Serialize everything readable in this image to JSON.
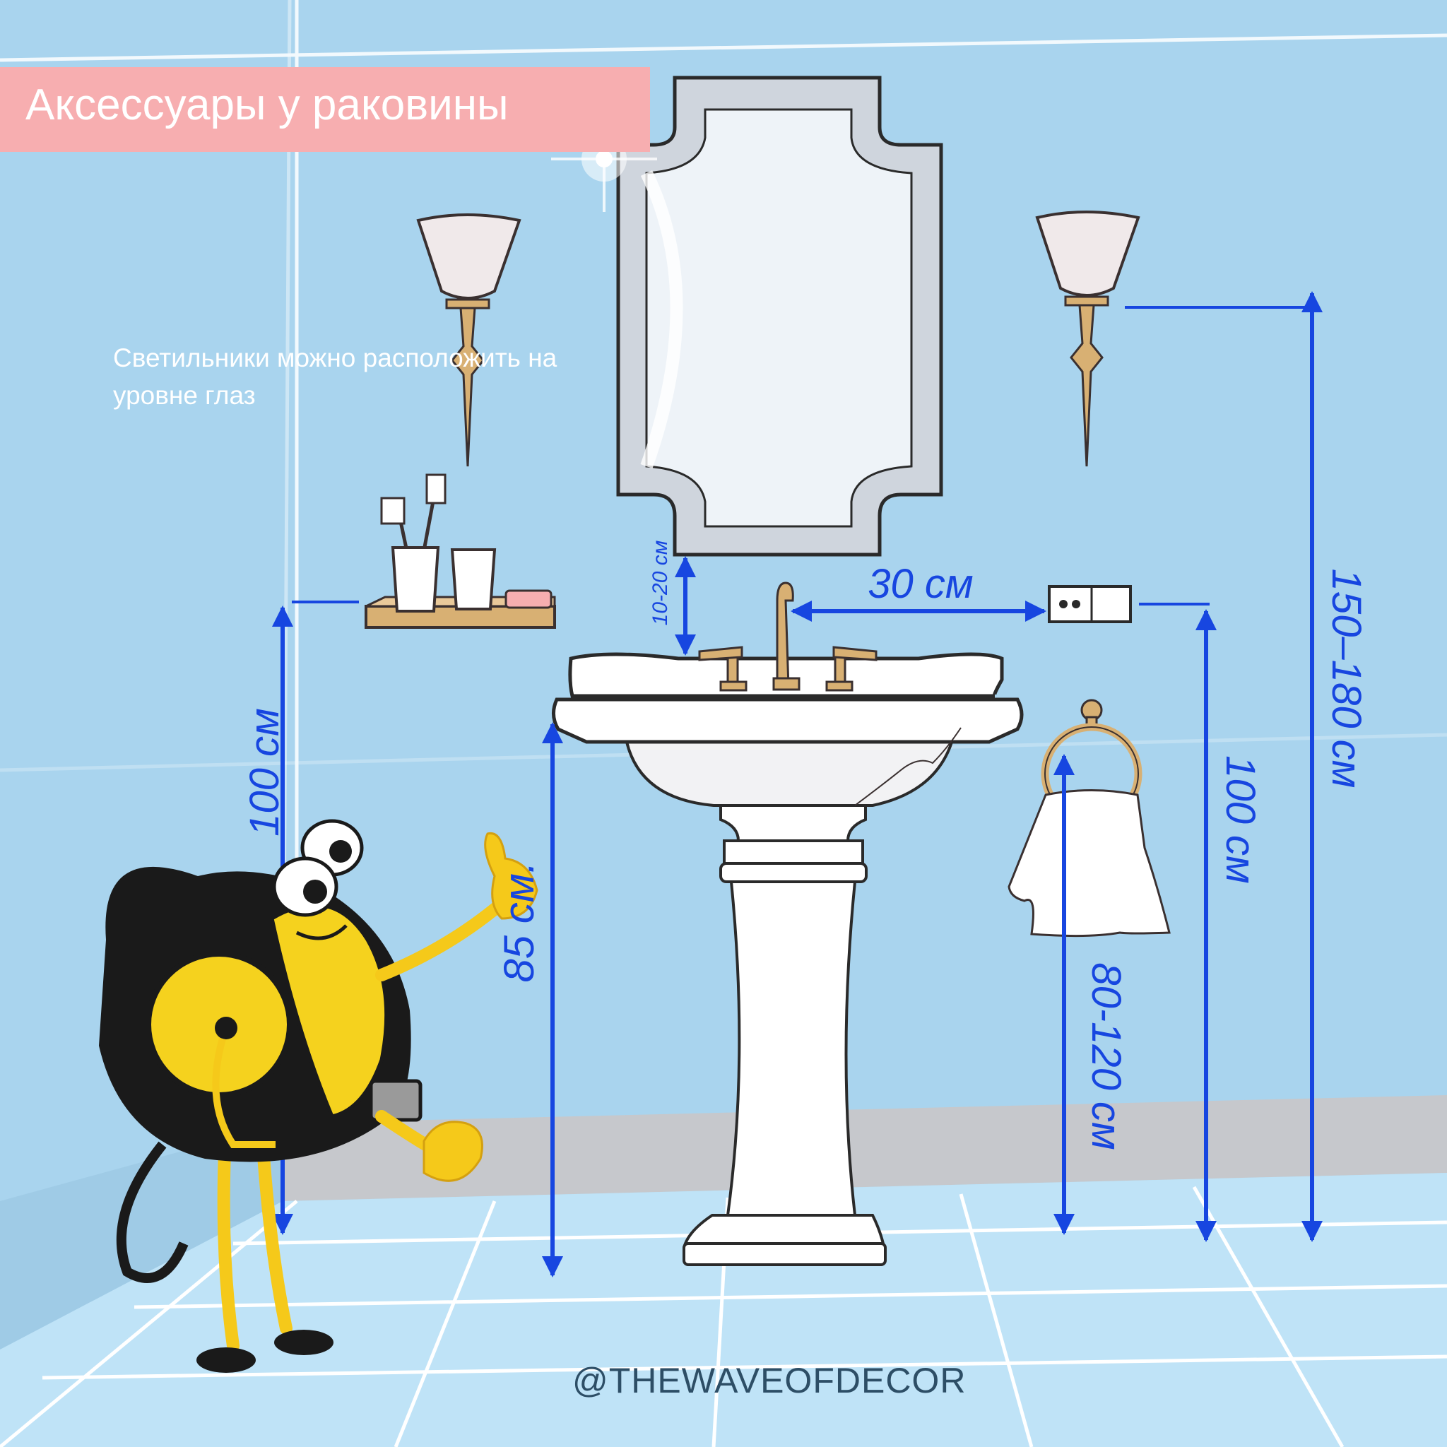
{
  "title": "Аксессуары у раковины",
  "note": "Светильники можно расположить на уровне глаз",
  "watermark": "@THEWAVEOFDECOR",
  "dimensions": {
    "mirror_gap": "10-20 см",
    "faucet_to_socket": "30 см",
    "shelf_height": "100 см",
    "sink_height": "85 см.",
    "socket_height": "100 см",
    "towel_ring_height": "80-120 см",
    "sconce_height": "150–180 см"
  },
  "colors": {
    "wall": "#a9d4ee",
    "floor_tile": "#bfe3f7",
    "baseboard": "#c6c8cc",
    "title_banner": "#f7aeb0",
    "dimension_lines": "#1746e0",
    "brass": "#d8b073",
    "mascot_yellow": "#f5d21e"
  },
  "icons": [
    "sconce-icon",
    "mirror-icon",
    "pedestal-sink-icon",
    "faucet-icon",
    "shelf-icon",
    "toothbrush-cup-icon",
    "soap-icon",
    "power-socket-icon",
    "towel-ring-icon",
    "towel-icon",
    "tape-measure-mascot-icon"
  ]
}
